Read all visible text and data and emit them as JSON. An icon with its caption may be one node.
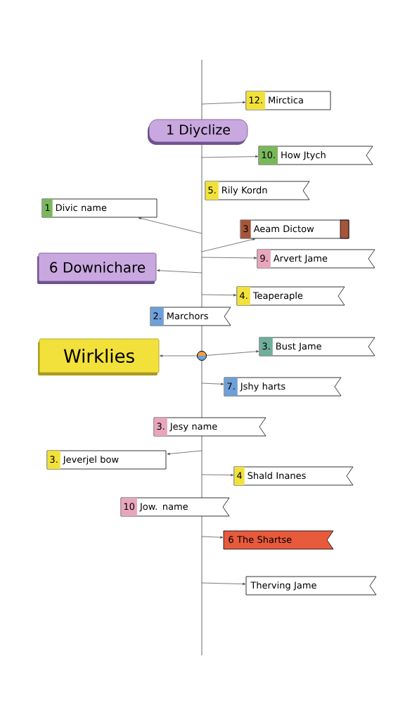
{
  "diagram": {
    "nodes": [
      {
        "text": [
          "12.",
          "Mirctica"
        ]
      },
      {
        "text": [
          "1 Diyclize"
        ]
      },
      {
        "text": [
          "10.",
          "How Jtych"
        ]
      },
      {
        "text": [
          "5.",
          "Rily Kordn"
        ]
      },
      {
        "text": [
          "1",
          "Divic name"
        ]
      },
      {
        "text": [
          "3",
          "Aeam Dictow"
        ]
      },
      {
        "text": [
          "9.",
          "Arvert Jame"
        ]
      },
      {
        "text": [
          "6 Downichare"
        ]
      },
      {
        "text": [
          "4.",
          "Teaperaple"
        ]
      },
      {
        "text": [
          "2.",
          "Marchors"
        ]
      },
      {
        "text": [
          "Wirklies"
        ]
      },
      {
        "text": [],
        "shape": "circle"
      },
      {
        "text": [
          "3.",
          "Bust Jame"
        ]
      },
      {
        "text": [
          "7.",
          "Jshy harts"
        ]
      },
      {
        "text": [
          "3.",
          "Jesy name"
        ]
      },
      {
        "text": [
          "3.",
          "Jeverjel bow"
        ]
      },
      {
        "text": [
          "4",
          "Shald Inanes"
        ]
      },
      {
        "text": [
          "10",
          "Jow. name"
        ]
      },
      {
        "text": [
          "6 The Shartse"
        ]
      },
      {
        "text": [
          "Therving Jame"
        ]
      }
    ],
    "edges": [
      {
        "from": null,
        "to": 0,
        "arrow": "to"
      },
      {
        "from": null,
        "to": 2,
        "arrow": "to"
      },
      {
        "from": null,
        "to": 4,
        "arrow": "to"
      },
      {
        "from": null,
        "to": 5,
        "arrow": "to"
      },
      {
        "from": null,
        "to": 6,
        "arrow": "to"
      },
      {
        "from": null,
        "to": 7,
        "arrow": "to"
      },
      {
        "from": null,
        "to": 8,
        "arrow": "to"
      },
      {
        "from": 11,
        "to": 10,
        "arrow": "to"
      },
      {
        "from": 11,
        "to": 12,
        "arrow": "to"
      },
      {
        "from": null,
        "to": 13,
        "arrow": "to"
      },
      {
        "from": null,
        "to": 15,
        "arrow": "to"
      },
      {
        "from": null,
        "to": 16,
        "arrow": "to"
      },
      {
        "from": null,
        "to": 18,
        "arrow": "to"
      },
      {
        "from": null,
        "to": 19,
        "arrow": "to"
      }
    ]
  }
}
